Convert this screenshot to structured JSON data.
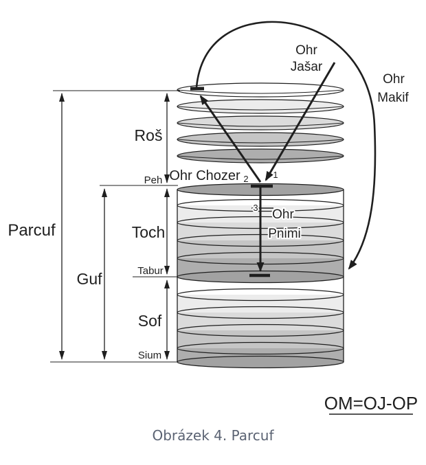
{
  "figure": {
    "caption": "Obrázek 4. Parcuf",
    "formula": "OM=OJ-OP",
    "measures": {
      "parcuf": "Parcuf",
      "guf": "Guf",
      "ros": "Roš",
      "toch": "Toch",
      "sof": "Sof"
    },
    "levels": {
      "peh": "Peh",
      "tabur": "Tabur",
      "sium": "Sium"
    },
    "lights": {
      "jasar": {
        "line1": "Ohr",
        "line2": "Jašar"
      },
      "makif": {
        "line1": "Ohr",
        "line2": "Makif"
      },
      "chozer": {
        "label": "Ohr Chozer"
      },
      "pnimi": {
        "line1": "Ohr",
        "line2": "Pnimi"
      }
    },
    "stages": {
      "s1": "1",
      "s2": "2",
      "s3": "3"
    },
    "colors": {
      "ink": "#1f1f1f",
      "caption_text": "#5b6373",
      "shade1": "#ffffff",
      "shade2": "#ececec",
      "shade3": "#dbdbdb",
      "shade4": "#c5c5c5",
      "shade5": "#aeaeae",
      "cap": "#a2a2a2"
    }
  }
}
